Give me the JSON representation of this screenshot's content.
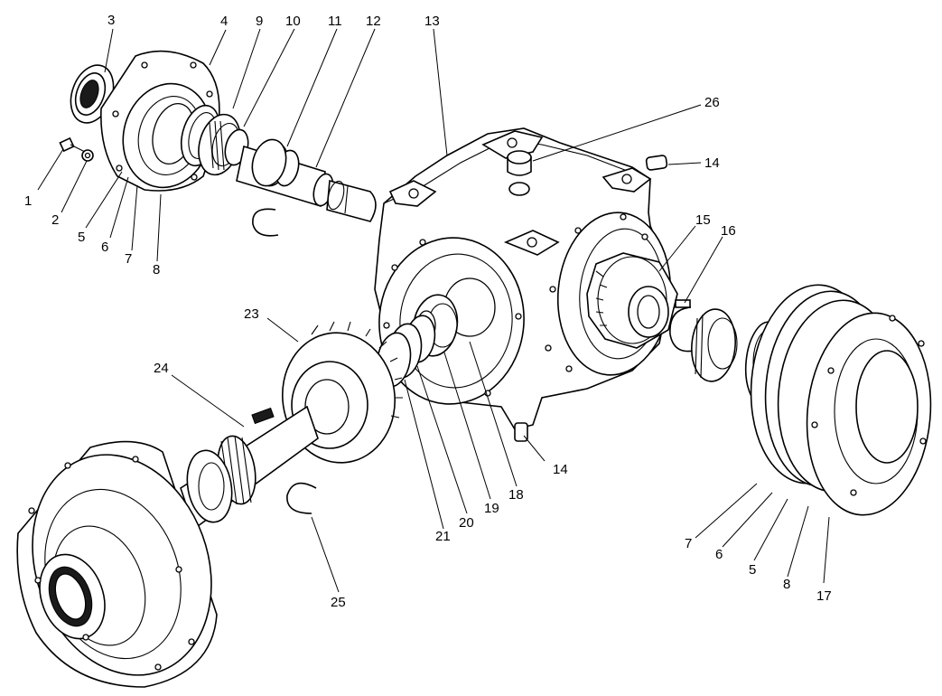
{
  "callouts": [
    {
      "id": "c3",
      "text": "3"
    },
    {
      "id": "c4",
      "text": "4"
    },
    {
      "id": "c9",
      "text": "9"
    },
    {
      "id": "c10",
      "text": "10"
    },
    {
      "id": "c11",
      "text": "11"
    },
    {
      "id": "c12",
      "text": "12"
    },
    {
      "id": "c13",
      "text": "13"
    },
    {
      "id": "c26",
      "text": "26"
    },
    {
      "id": "c14a",
      "text": "14"
    },
    {
      "id": "c1",
      "text": "1"
    },
    {
      "id": "c2",
      "text": "2"
    },
    {
      "id": "c5a",
      "text": "5"
    },
    {
      "id": "c6a",
      "text": "6"
    },
    {
      "id": "c7a",
      "text": "7"
    },
    {
      "id": "c8a",
      "text": "8"
    },
    {
      "id": "c15",
      "text": "15"
    },
    {
      "id": "c16",
      "text": "16"
    },
    {
      "id": "c23",
      "text": "23"
    },
    {
      "id": "c24",
      "text": "24"
    },
    {
      "id": "c14b",
      "text": "14"
    },
    {
      "id": "c18",
      "text": "18"
    },
    {
      "id": "c19",
      "text": "19"
    },
    {
      "id": "c20",
      "text": "20"
    },
    {
      "id": "c21",
      "text": "21"
    },
    {
      "id": "c25",
      "text": "25"
    },
    {
      "id": "c7b",
      "text": "7"
    },
    {
      "id": "c6b",
      "text": "6"
    },
    {
      "id": "c5b",
      "text": "5"
    },
    {
      "id": "c8b",
      "text": "8"
    },
    {
      "id": "c17",
      "text": "17"
    }
  ]
}
